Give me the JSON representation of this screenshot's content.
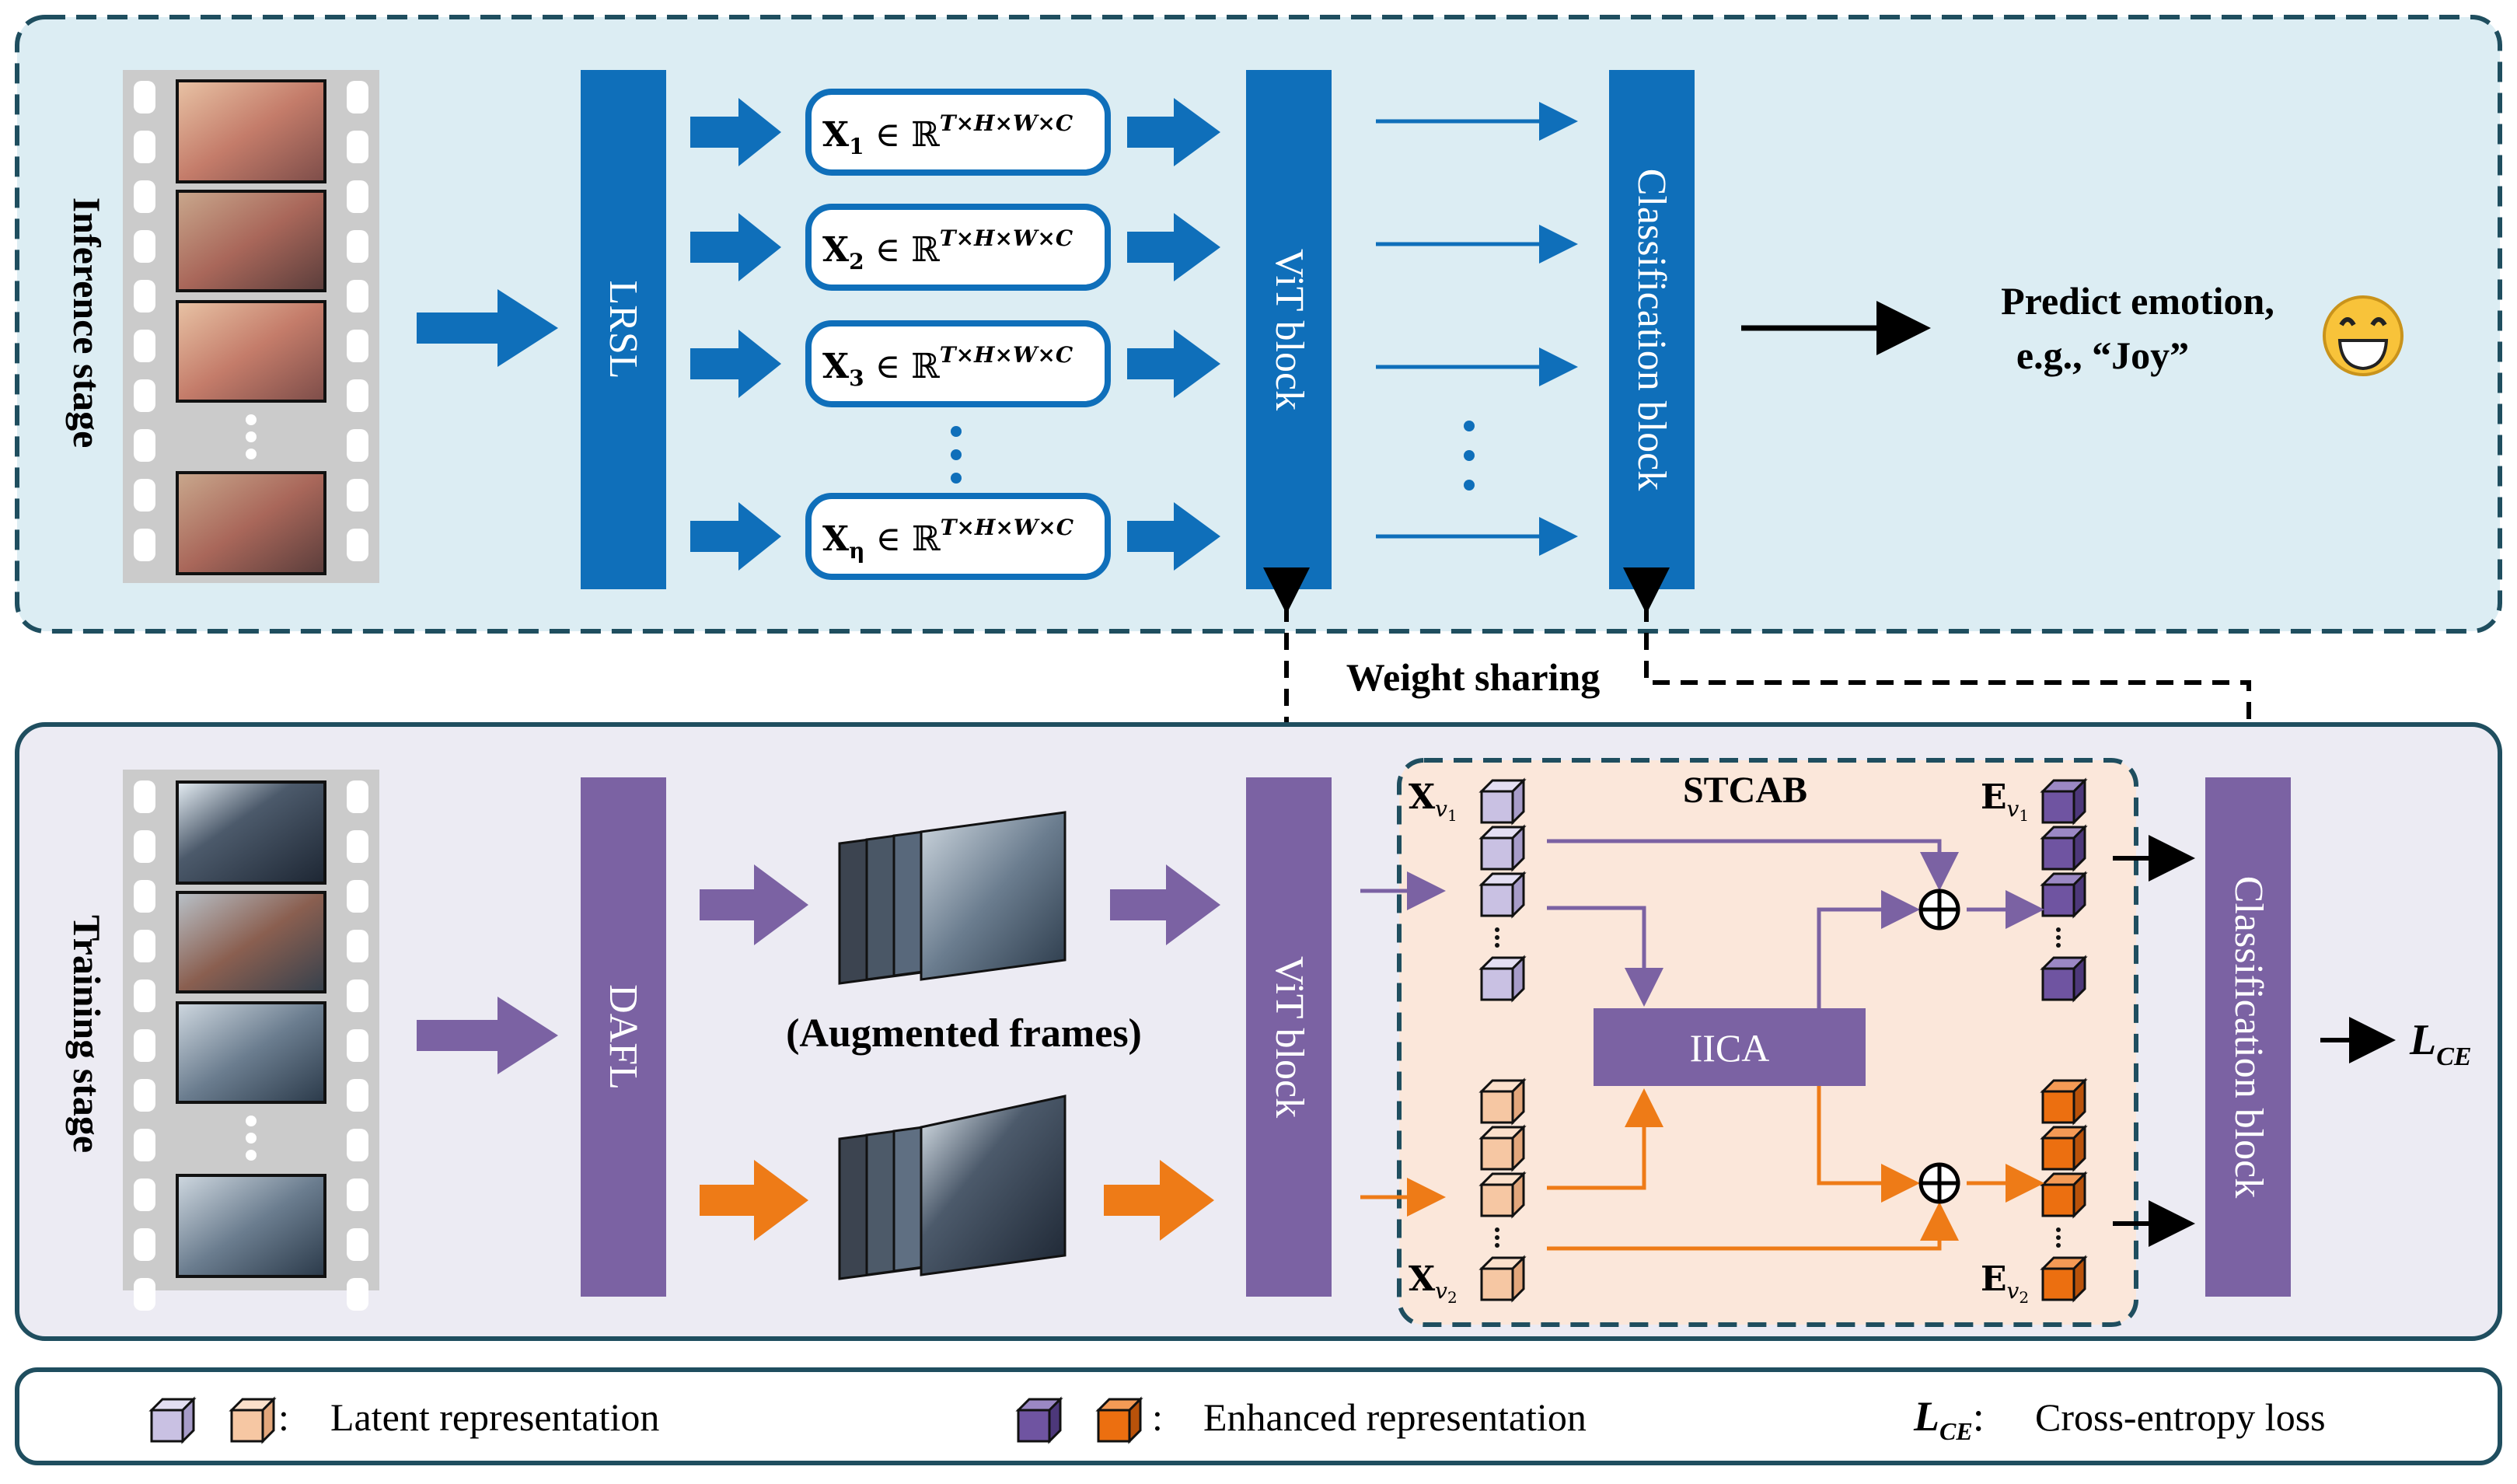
{
  "inference": {
    "stage_label": "Inference stage",
    "lrsl_label": "LRSL",
    "vit_label": "ViT block",
    "cls_label": "Classification block",
    "predict_line1": "Predict emotion,",
    "predict_line2": "e.g., “Joy”",
    "x_items": [
      {
        "sym": "X",
        "sub": "1",
        "rest": " ∈ ℝ",
        "sup": "T×H×W×C"
      },
      {
        "sym": "X",
        "sub": "2",
        "rest": " ∈ ℝ",
        "sup": "T×H×W×C"
      },
      {
        "sym": "X",
        "sub": "3",
        "rest": " ∈ ℝ",
        "sup": "T×H×W×C"
      },
      {
        "sym": "X",
        "sub": "η",
        "rest": " ∈ ℝ",
        "sup": "T×H×W×C"
      }
    ]
  },
  "weight_sharing": "Weight sharing",
  "training": {
    "stage_label": "Training stage",
    "dafl_label": "DAFL",
    "augmented_label": "(Augmented frames)",
    "vit_label": "ViT block",
    "stcab_label": "STCAB",
    "iica_label": "IICA",
    "cls_label": "Classification block",
    "xv1": {
      "sym": "X",
      "sub": "v",
      "subsub": "1"
    },
    "xv2": {
      "sym": "X",
      "sub": "v",
      "subsub": "2"
    },
    "ev1": {
      "sym": "E",
      "sub": "v",
      "subsub": "1"
    },
    "ev2": {
      "sym": "E",
      "sub": "v",
      "subsub": "2"
    },
    "loss": {
      "sym": "L",
      "sub": "CE"
    }
  },
  "legend": {
    "latent_label": "Latent representation",
    "enhanced_label": "Enhanced representation",
    "loss_sym": "L",
    "loss_sub": "CE",
    "loss_label": "Cross-entropy loss",
    "colon": ":"
  },
  "colors": {
    "inference_bg": "#dcedf3",
    "training_bg": "#ecebf3",
    "blue": "#0f6fba",
    "purple": "#7b62a3",
    "orange": "#ee7b17",
    "stcab_bg": "#fbe7da",
    "light_purple_cube": "#c9c1e3",
    "light_orange_cube": "#f6c7a3",
    "dark_purple_cube": "#6f54a1",
    "dark_orange_cube": "#ec6f10",
    "border": "#1f4e5f"
  }
}
